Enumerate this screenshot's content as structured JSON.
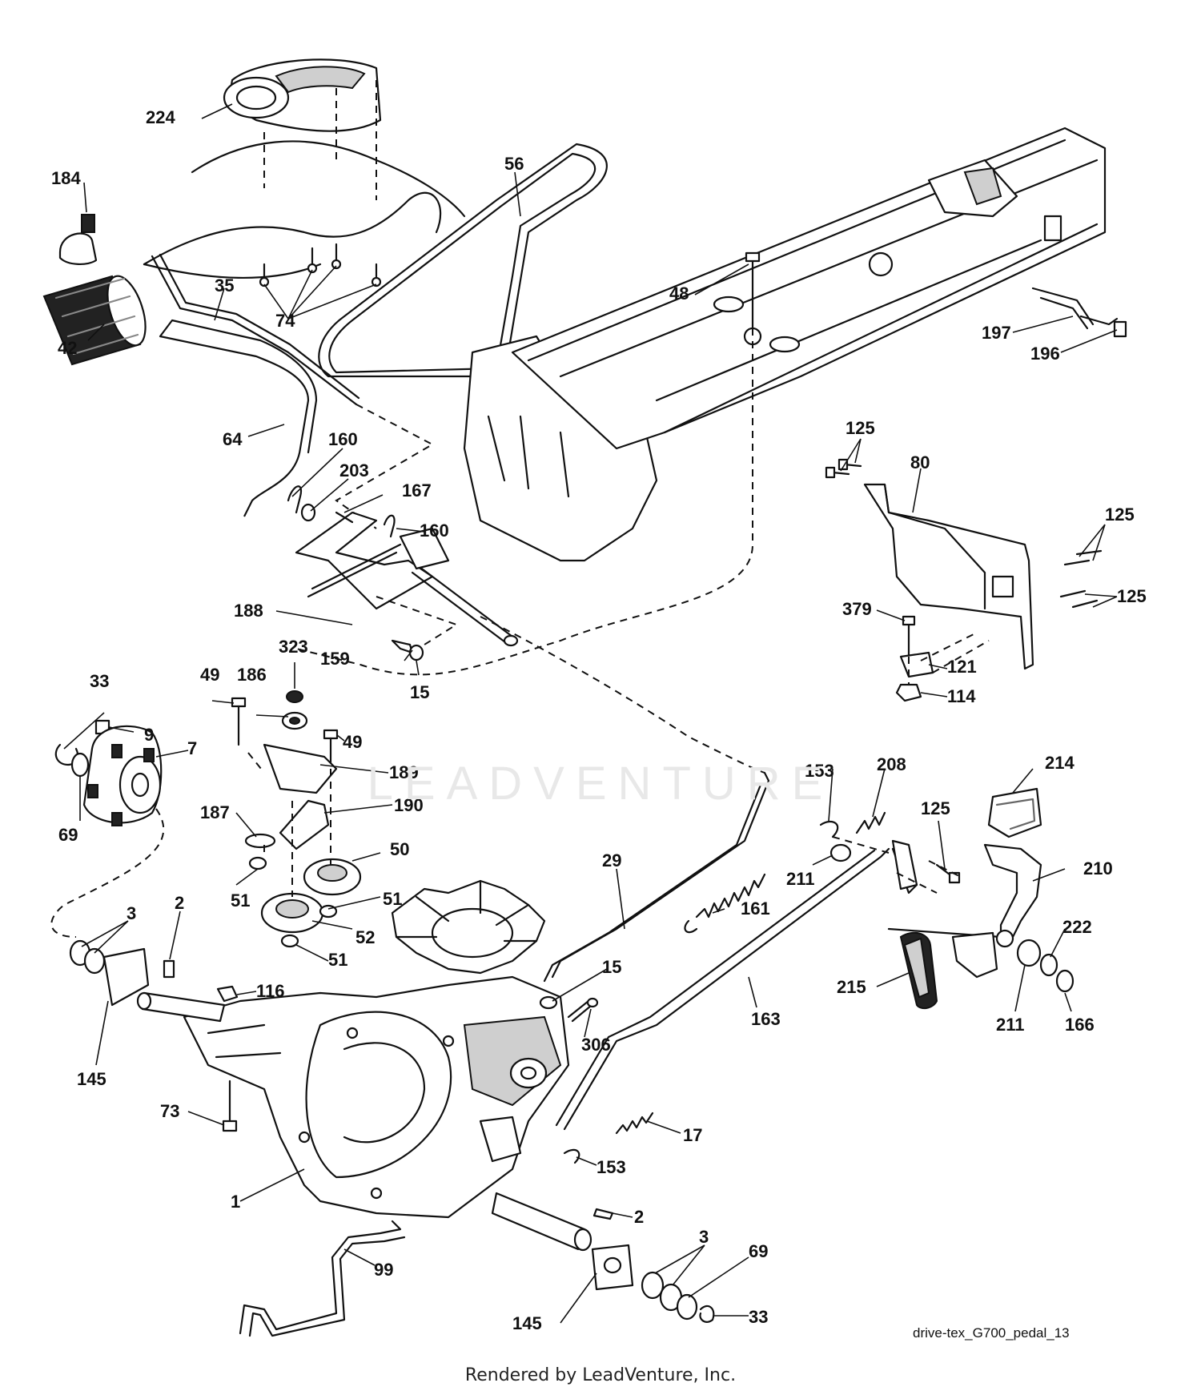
{
  "diagram": {
    "reference_code": "drive-tex_G700_pedal_13",
    "footer": "Rendered by LeadVenture, Inc.",
    "watermark": "LEADVENTURE",
    "callouts": [
      "224",
      "184",
      "56",
      "42",
      "35",
      "74",
      "48",
      "197",
      "196",
      "64",
      "160",
      "203",
      "167",
      "160",
      "125",
      "80",
      "125",
      "125",
      "188",
      "379",
      "121",
      "114",
      "323",
      "159",
      "15",
      "49",
      "186",
      "33",
      "9",
      "49",
      "7",
      "189",
      "69",
      "187",
      "190",
      "153",
      "208",
      "214",
      "50",
      "125",
      "211",
      "210",
      "29",
      "161",
      "51",
      "51",
      "3",
      "2",
      "52",
      "51",
      "222",
      "15",
      "116",
      "215",
      "211",
      "166",
      "306",
      "163",
      "145",
      "73",
      "17",
      "153",
      "1",
      "2",
      "99",
      "3",
      "69",
      "145",
      "33"
    ]
  }
}
